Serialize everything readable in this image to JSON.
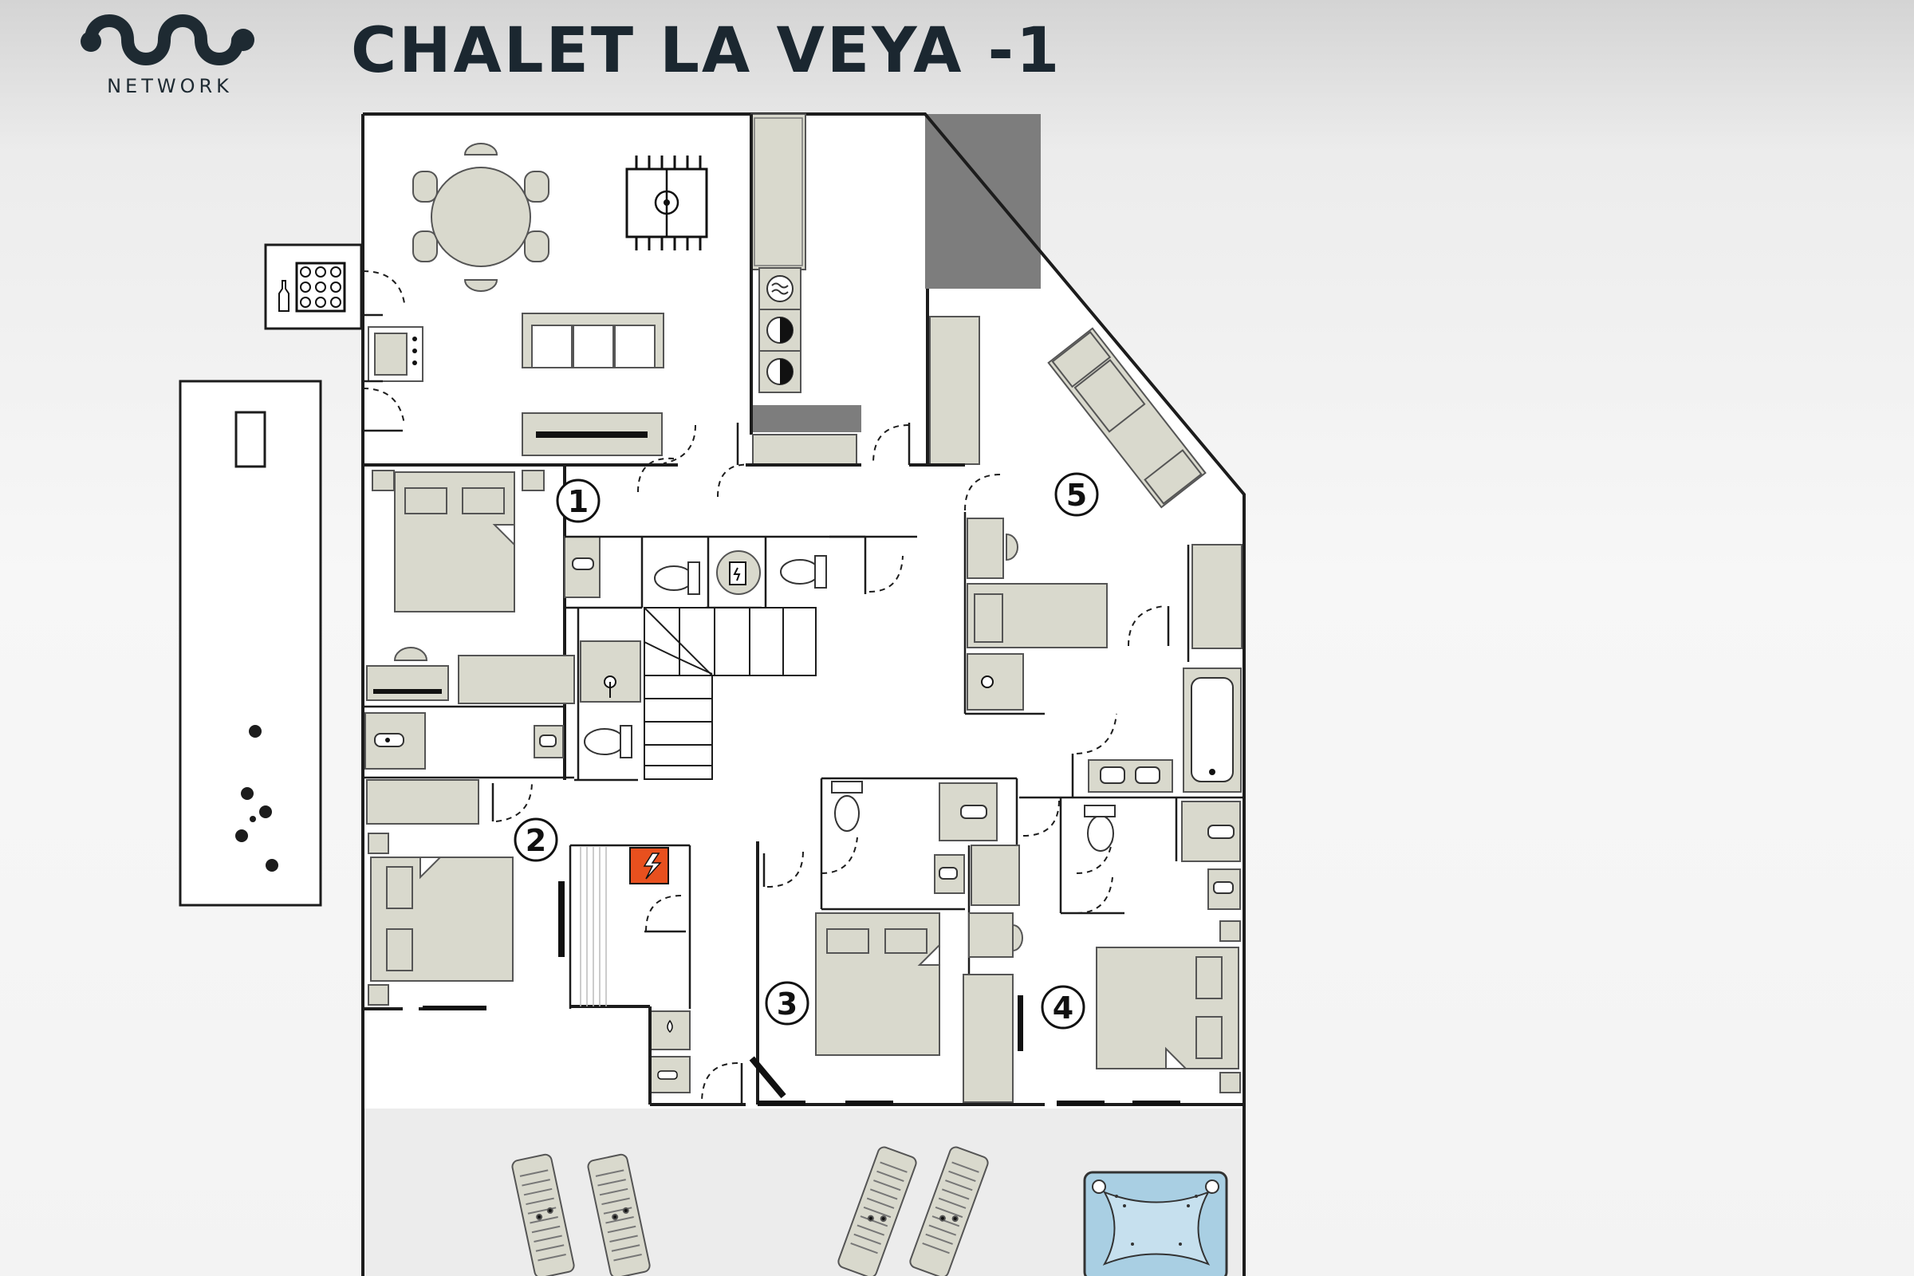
{
  "brand": {
    "logo_text": "NETWORK"
  },
  "title": "CHALET LA VEYA -1",
  "rooms": [
    {
      "number": "1"
    },
    {
      "number": "2"
    },
    {
      "number": "3"
    },
    {
      "number": "4"
    },
    {
      "number": "5"
    }
  ],
  "colors": {
    "wall": "#1c1c1c",
    "furniture_fill": "#d9d9cd",
    "furniture_stroke": "#555555",
    "dark_zone": "#7d7d7d",
    "electric_panel": "#e8501e",
    "hot_tub_water": "#a9cfe3",
    "floor": "#ffffff"
  },
  "icons": [
    "logo-icon",
    "round-dining-table-icon",
    "foosball-table-icon",
    "wine-rack-icon",
    "bottle-icon",
    "sofa-icon",
    "tv-unit-icon",
    "washing-machine-icon",
    "dryer-icon",
    "toilet-icon",
    "sink-icon",
    "boiler-icon",
    "stairs-icon",
    "double-bed-icon",
    "single-bed-icon",
    "desk-chair-icon",
    "bathtub-icon",
    "electric-panel-icon",
    "sun-lounger-icon",
    "hot-tub-icon",
    "pool-icon"
  ]
}
